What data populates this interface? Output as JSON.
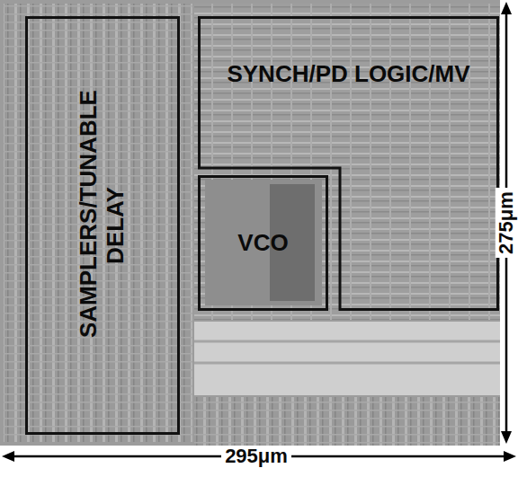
{
  "diagram": {
    "nodes": [
      {
        "text": [
          "SAMPLERS/TUNABLE DELAY"
        ]
      },
      {
        "text": [
          "SYNCH/PD LOGIC/MV"
        ]
      },
      {
        "text": [
          "VCO"
        ]
      }
    ],
    "labels": [
      "295μm",
      "275μm"
    ]
  }
}
